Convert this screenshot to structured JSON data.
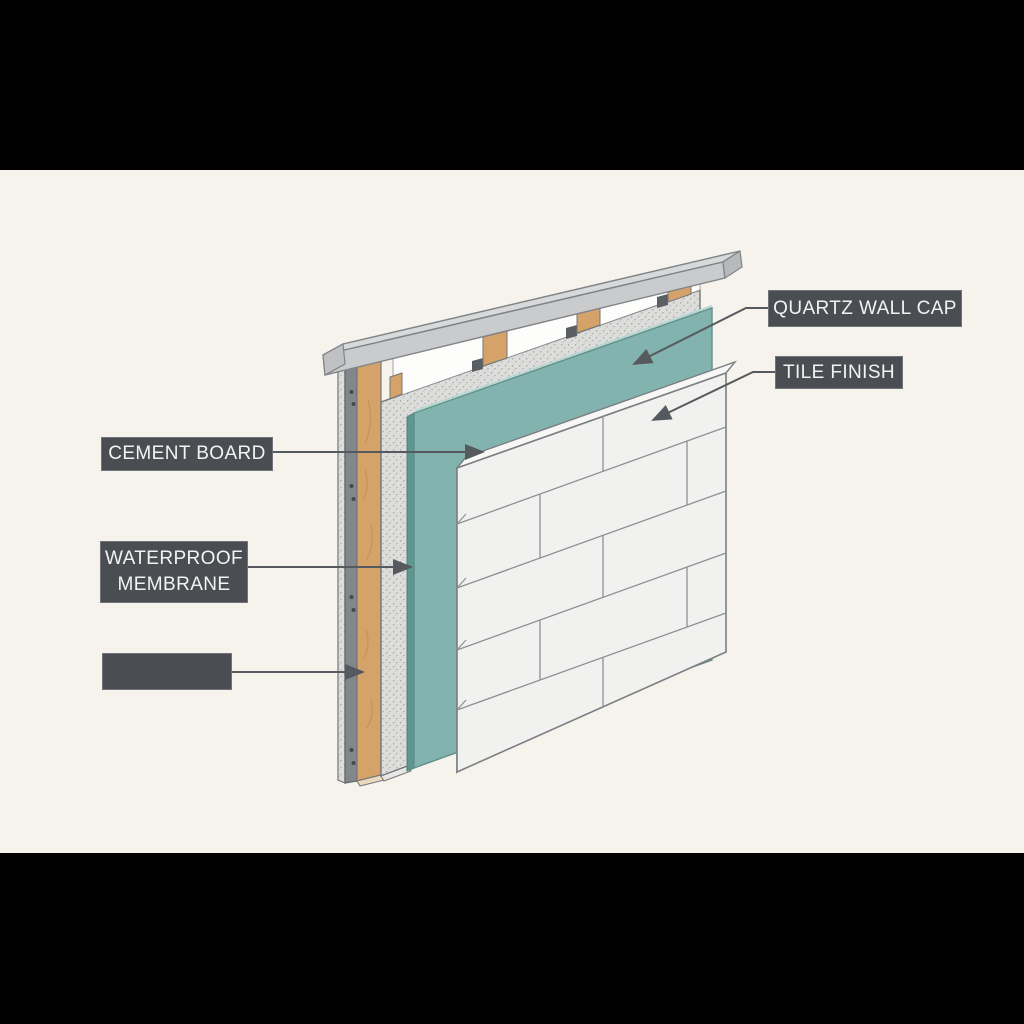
{
  "scene": {
    "description": "Isometric construction diagram of a wall assembly with quartz cap, tile finish, waterproof membrane, cement board and stud framing",
    "background_color": "#f5f3ec",
    "letterbox_color": "#000000"
  },
  "labels": {
    "quartz_wall_cap": "QUARTZ WALL CAP",
    "tile_finish": "TILE FINISH",
    "cement_board": "CEMENT BOARD",
    "waterproof_membrane": "WATERPROOF MEMBRANE",
    "unlabeled": ""
  },
  "label_style": {
    "background": "#4a4e53",
    "border": "#70747a",
    "text_color": "#f3f3f1"
  },
  "diagram_colors": {
    "membrane_teal": "#83b3ae",
    "membrane_edge_teal": "#5f968f",
    "membrane_highlight": "#b8d6d1",
    "wood_tan": "#d5a369",
    "wood_grain": "#c08e55",
    "cap_top_gray": "#d7d9da",
    "cap_front_gray": "#c9cbcd",
    "cap_end_gray": "#bfc1c3",
    "cement_speckle_base": "#dddedb",
    "cement_speckle_dot": "#a3a6a6",
    "metal_channel_gray": "#83878c",
    "screw_dot": "#45484b",
    "tile_white": "#f1f1ef",
    "tile_edge": "#e7e8e6",
    "grout_line": "#8e9194",
    "leader_line": "#56595d",
    "gap_white": "#fdfdfc",
    "outline": "#73767a"
  }
}
